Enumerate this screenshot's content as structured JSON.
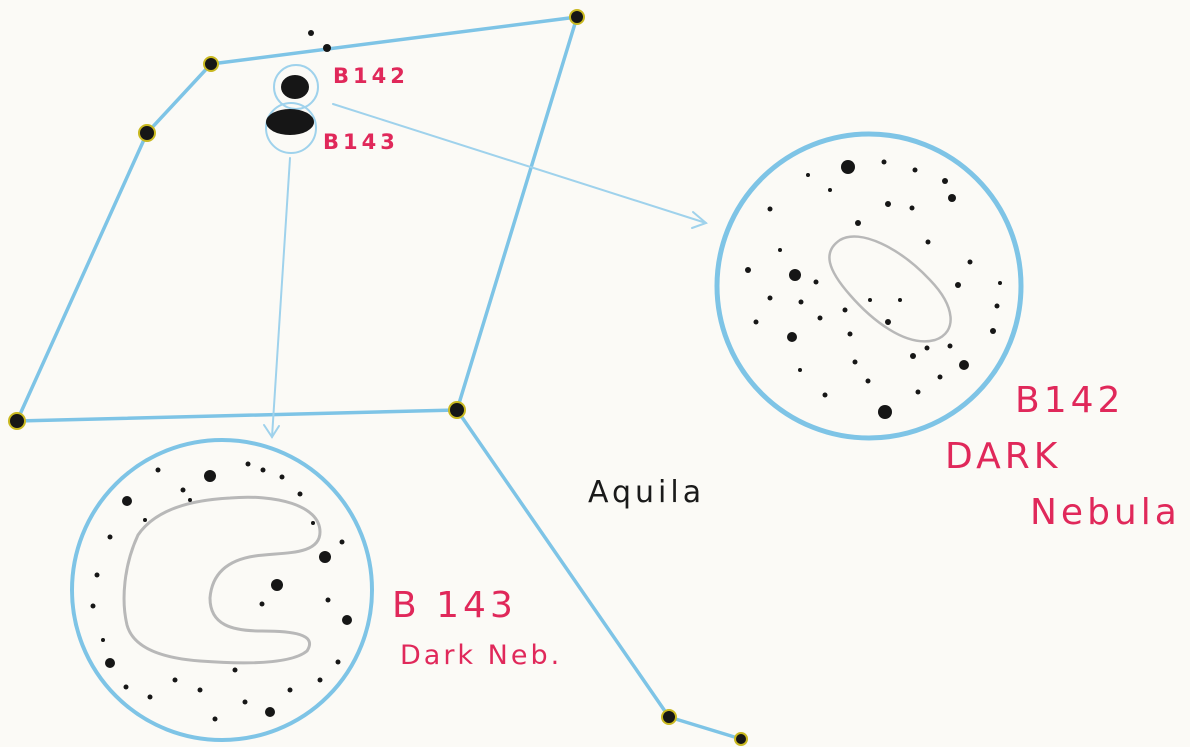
{
  "labels": {
    "b142_small": "B142",
    "b143_small": "B143",
    "b142_big": "B142",
    "b142_dark": "DARK",
    "b142_nebula": "Nebula",
    "aquila": "Aquila",
    "b143_big": "B 143",
    "b143_dark_neb": "Dark Neb."
  },
  "colors": {
    "constellation_line": "#7ec4e6",
    "label_red": "#e0285a",
    "nebula_ink": "#b8b8b8",
    "star": "#161616",
    "star_ring": "#c9b820"
  }
}
